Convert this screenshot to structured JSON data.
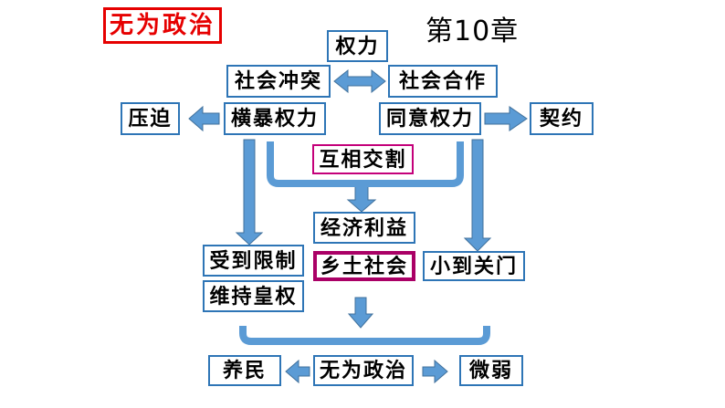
{
  "slide": {
    "title": "无为政治",
    "chapter": "第10章"
  },
  "nodes": {
    "power": "权力",
    "social_conflict": "社会冲突",
    "social_cooperation": "社会合作",
    "oppression": "压迫",
    "tyrannical_power": "横暴权力",
    "consent_power": "同意权力",
    "contract": "契约",
    "mutual_transfer": "互相交割",
    "economic_interest": "经济利益",
    "restricted": "受到限制",
    "maintain_imperial_power": "维持皇权",
    "rural_society": "乡土社会",
    "small_to_closed_doors": "小到关门",
    "nurture_people": "养民",
    "wuwei_politics": "无为政治",
    "weak": "微弱"
  },
  "colors": {
    "box_border_blue": "#2E75B6",
    "arrow_fill": "#5B9BD5",
    "arrow_outline": "#41719C",
    "title_red": "#E60000",
    "magenta_border": "#C4007A",
    "magenta_thick_border": "#AA0066",
    "text": "#000000",
    "background": "#FFFFFF"
  }
}
